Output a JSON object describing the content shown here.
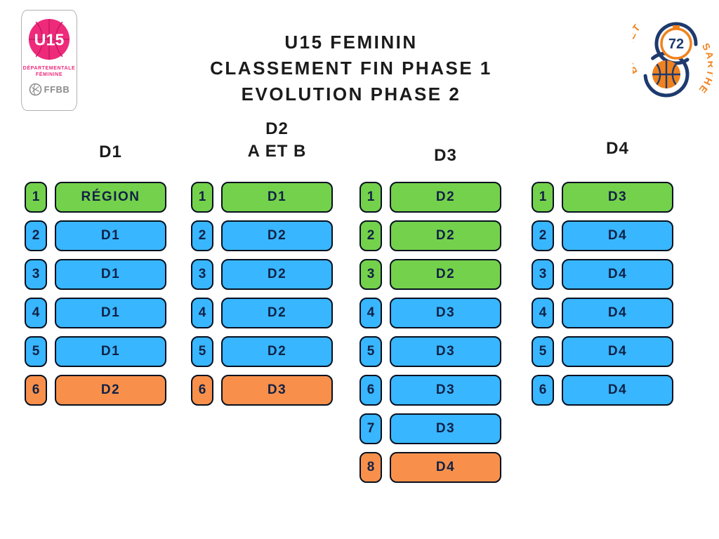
{
  "title": {
    "lines": [
      "U15 FEMININ",
      "CLASSEMENT FIN PHASE 1",
      "EVOLUTION PHASE 2"
    ]
  },
  "left_badge": {
    "team": "U15",
    "sub1": "DÉPARTEMENTALE",
    "sub2": "FÉMININE",
    "org": "FFBB"
  },
  "right_logo": {
    "number": "72",
    "left_text": "BASKET",
    "right_text": "SARTHE"
  },
  "colors": {
    "green": "#74D14B",
    "blue": "#38B6FF",
    "orange": "#F8904B",
    "ink": "#112145",
    "pink": "#EE2A7B",
    "pink_dark": "#C81962",
    "gray": "#8C8C8C",
    "navy": "#1E3A6E",
    "logo_orange": "#F0821E"
  },
  "columns": [
    {
      "header": [
        "D1"
      ],
      "rows": [
        {
          "rank": "1",
          "dest": "RÉGION",
          "status": "up"
        },
        {
          "rank": "2",
          "dest": "D1",
          "status": "stay"
        },
        {
          "rank": "3",
          "dest": "D1",
          "status": "stay"
        },
        {
          "rank": "4",
          "dest": "D1",
          "status": "stay"
        },
        {
          "rank": "5",
          "dest": "D1",
          "status": "stay"
        },
        {
          "rank": "6",
          "dest": "D2",
          "status": "down"
        }
      ]
    },
    {
      "header": [
        "D2",
        "A ET B"
      ],
      "rows": [
        {
          "rank": "1",
          "dest": "D1",
          "status": "up"
        },
        {
          "rank": "2",
          "dest": "D2",
          "status": "stay"
        },
        {
          "rank": "3",
          "dest": "D2",
          "status": "stay"
        },
        {
          "rank": "4",
          "dest": "D2",
          "status": "stay"
        },
        {
          "rank": "5",
          "dest": "D2",
          "status": "stay"
        },
        {
          "rank": "6",
          "dest": "D3",
          "status": "down"
        }
      ]
    },
    {
      "header": [
        "D3"
      ],
      "rows": [
        {
          "rank": "1",
          "dest": "D2",
          "status": "up"
        },
        {
          "rank": "2",
          "dest": "D2",
          "status": "up"
        },
        {
          "rank": "3",
          "dest": "D2",
          "status": "up"
        },
        {
          "rank": "4",
          "dest": "D3",
          "status": "stay"
        },
        {
          "rank": "5",
          "dest": "D3",
          "status": "stay"
        },
        {
          "rank": "6",
          "dest": "D3",
          "status": "stay"
        },
        {
          "rank": "7",
          "dest": "D3",
          "status": "stay"
        },
        {
          "rank": "8",
          "dest": "D4",
          "status": "down"
        }
      ]
    },
    {
      "header": [
        "D4"
      ],
      "rows": [
        {
          "rank": "1",
          "dest": "D3",
          "status": "up"
        },
        {
          "rank": "2",
          "dest": "D4",
          "status": "stay"
        },
        {
          "rank": "3",
          "dest": "D4",
          "status": "stay"
        },
        {
          "rank": "4",
          "dest": "D4",
          "status": "stay"
        },
        {
          "rank": "5",
          "dest": "D4",
          "status": "stay"
        },
        {
          "rank": "6",
          "dest": "D4",
          "status": "stay"
        }
      ]
    }
  ]
}
